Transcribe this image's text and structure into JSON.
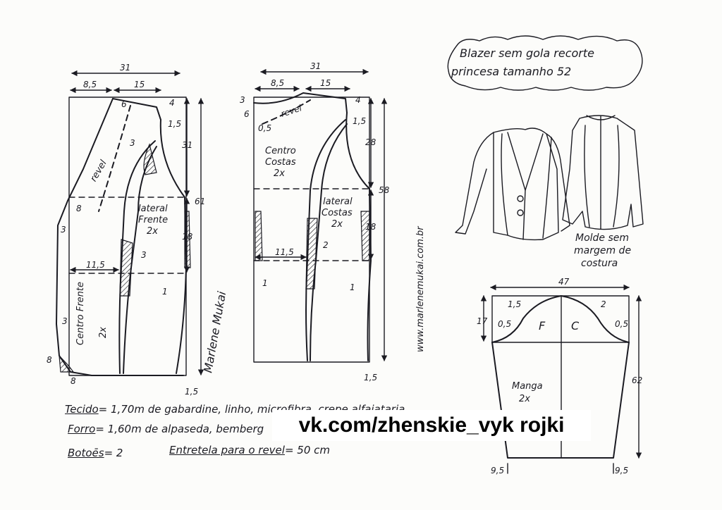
{
  "title": {
    "line1": "Blazer sem gola recorte",
    "line2": "princesa tamanho 52"
  },
  "site": "www.marlenemukai.com.br",
  "signature": "Marlene Mukai",
  "note_molde": {
    "line1": "Molde sem",
    "line2": "margem de",
    "line3": "costura"
  },
  "front": {
    "width_total": "31",
    "width_left": "8,5",
    "width_right": "15",
    "height_total": "61",
    "height_top": "31",
    "height_bottom": "18",
    "neck_drop": "6",
    "shoulder_drop": "4",
    "armhole_1_5": "1,5",
    "m3a": "3",
    "m3b": "3",
    "m3c": "3",
    "m3d": "3",
    "m8": "8",
    "m8b": "8",
    "m8c": "8",
    "waist": "11,5",
    "hem": "1",
    "hem_ext": "1,5",
    "label_revel": "revel",
    "label_centro_frente": "Centro Frente",
    "label_2x": "2x",
    "label_lateral_frente_1": "lateral",
    "label_lateral_frente_2": "Frente",
    "label_lateral_frente_3": "2x"
  },
  "back": {
    "width_total": "31",
    "width_left": "8,5",
    "width_right": "15",
    "height_total": "58",
    "height_top": "28",
    "height_bottom": "18",
    "neck": "3",
    "shoulder_drop": "4",
    "armhole_1_5": "1,5",
    "revel_depth": "0,5",
    "revel": "revel",
    "m6": "6",
    "waist": "11,5",
    "m2": "2",
    "m1a": "1",
    "m1b": "1",
    "hem_ext": "1,5",
    "label_centro_costas_1": "Centro",
    "label_centro_costas_2": "Costas",
    "label_centro_costas_3": "2x",
    "label_lateral_costas_1": "lateral",
    "label_lateral_costas_2": "Costas",
    "label_lateral_costas_3": "2x"
  },
  "sleeve": {
    "width": "47",
    "cap_height": "17",
    "length": "62",
    "m1_5": "1,5",
    "m0_5a": "0,5",
    "m2": "2",
    "m0_5b": "0,5",
    "label_f": "F",
    "label_c": "C",
    "label_manga": "Manga",
    "label_2x": "2x",
    "hem_left": "9,5",
    "hem_right": "9,5"
  },
  "notes": {
    "tecido_key": "Tecido",
    "tecido_val": "= 1,70m de gabardine, linho, microfibra, crepe alfaiataria...",
    "forro_key": "Forro",
    "forro_val": "= 1,60m de alpaseda, bemberg",
    "botoes_key": "Botoēs",
    "botoes_val": "= 2",
    "entretela_key": "Entretela para o revel",
    "entretela_val": "= 50 cm"
  },
  "watermark": "vk.com/zhenskie_vyk rojki"
}
